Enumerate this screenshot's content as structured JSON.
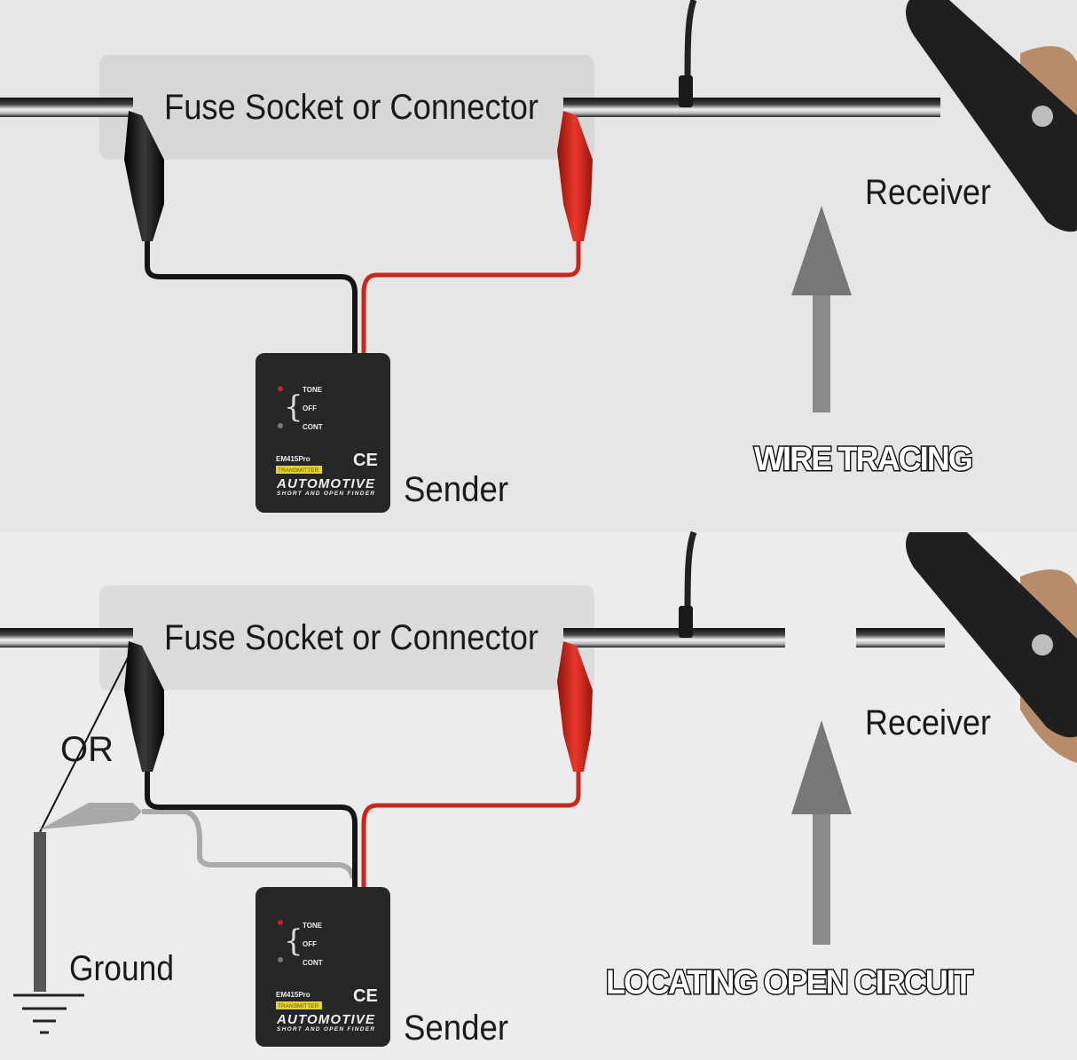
{
  "colors": {
    "background_top": "#e6e6e6",
    "background_bottom": "#ececec",
    "red_lead": "#d42a1e",
    "black_lead": "#151515",
    "arrow": "#7b7b7b"
  },
  "panels": [
    {
      "socket_label": "Fuse Socket or Connector",
      "receiver_label": "Receiver",
      "sender_label": "Sender",
      "mode_title": "WIRE TRACING"
    },
    {
      "socket_label": "Fuse Socket or Connector",
      "receiver_label": "Receiver",
      "sender_label": "Sender",
      "mode_title": "LOCATING OPEN CIRCUIT",
      "or_label": "OR",
      "ground_label": "Ground"
    }
  ],
  "sender_device": {
    "switch_positions": [
      "TONE",
      "OFF",
      "CONT"
    ],
    "model": "EM415Pro",
    "badge": "TRANSMITTER",
    "brand": "AUTOMOTIVE",
    "tagline": "SHORT AND OPEN FINDER",
    "mark": "CE"
  }
}
